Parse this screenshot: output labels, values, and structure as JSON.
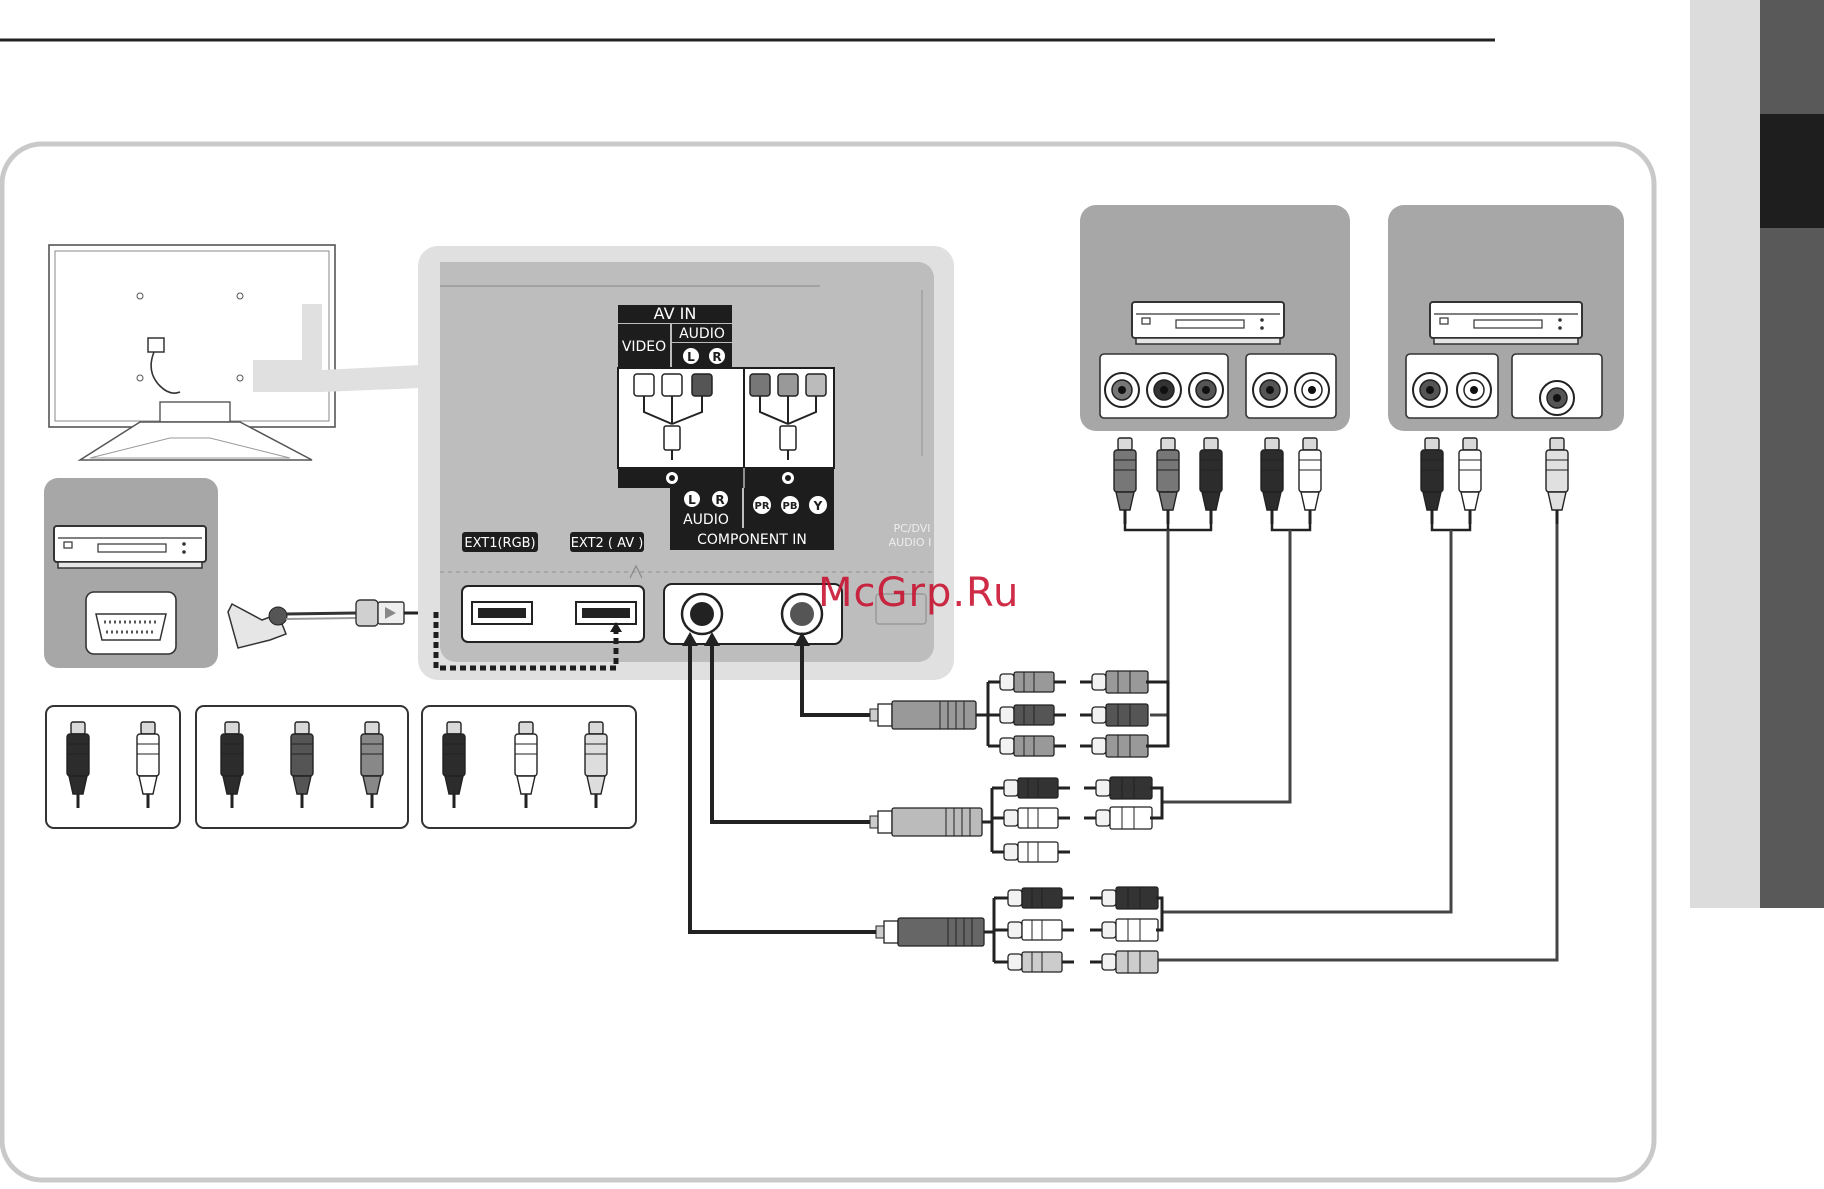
{
  "panel": {
    "av_in": "AV IN",
    "video": "VIDEO",
    "audio_top": "AUDIO",
    "l": "L",
    "r": "R",
    "audio_bottom": "AUDIO",
    "component_in": "COMPONENT IN",
    "pr": "PR",
    "pb": "PB",
    "y": "Y",
    "ext1": "EXT1(RGB)",
    "ext2": "EXT2 ( AV )",
    "pc_dvi_line1": "PC/DVI",
    "pc_dvi_line2": "AUDIO I"
  },
  "watermark": "McGrp.Ru",
  "colors": {
    "frame": "#c9c9c9",
    "device_panel": "#a7a7a7",
    "tv_panel": "#bdbdbd",
    "dark_label": "#1d1d1d",
    "side_tab_dark": "#595959",
    "side_tab_black": "#1e1e1e",
    "side_tab_light": "#dcdcdc",
    "watermark": "#c8102e"
  }
}
